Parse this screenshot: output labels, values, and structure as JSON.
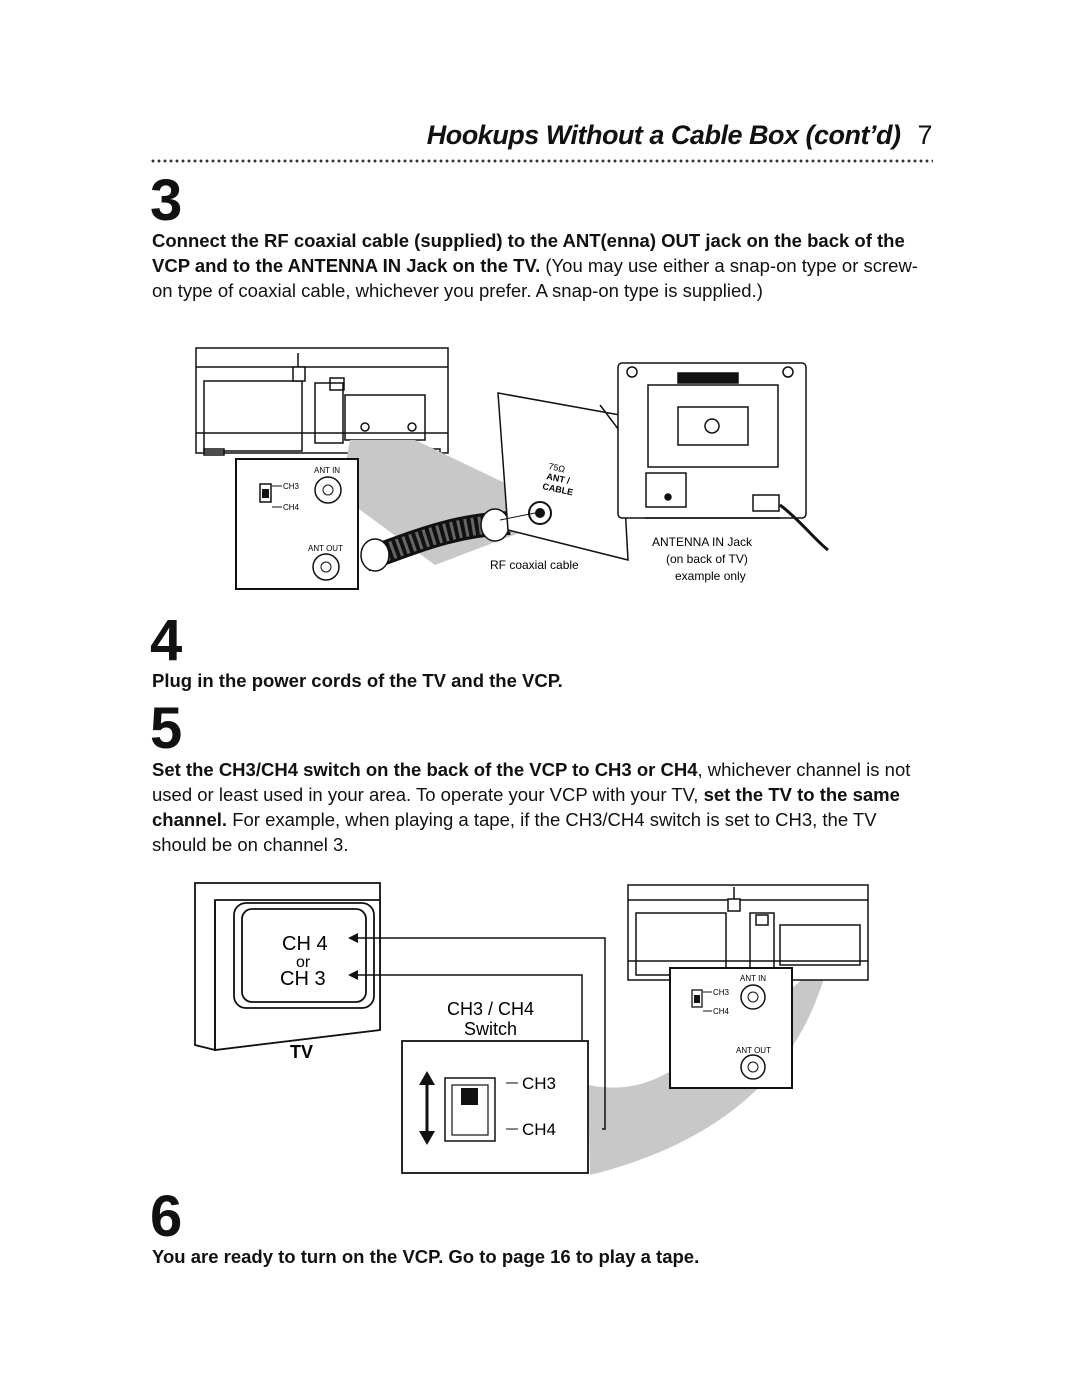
{
  "header": {
    "title": "Hookups Without a Cable Box (cont’d)",
    "page_number": "7"
  },
  "step3": {
    "number": "3",
    "bold_text": "Connect the RF coaxial cable (supplied) to the ANT(enna) OUT jack on the back of the VCP and to the ANTENNA IN Jack on the TV.",
    "plain_text": "(You may use either a snap-on type or screw-on type of coaxial cable, whichever you prefer.  A snap-on type is supplied.)",
    "diagram": {
      "ant_in": "ANT IN",
      "ch3": "CH3",
      "ch4": "CH4",
      "ant_out": "ANT OUT",
      "jack_label_1": "75Ω",
      "jack_label_2": "ANT /",
      "jack_label_3": "CABLE",
      "cable_label": "RF coaxial cable",
      "tv_jack_label_1": "ANTENNA IN Jack",
      "tv_jack_label_2": "(on back of TV)",
      "tv_jack_label_3": "example only"
    }
  },
  "step4": {
    "number": "4",
    "text": "Plug in the power cords of the TV and the VCP."
  },
  "step5": {
    "number": "5",
    "bold_text_1": "Set the CH3/CH4 switch on the back of the VCP to CH3 or CH4",
    "plain_text_1": ", whichever channel is not used or least used in your area. To operate your VCP with your TV,",
    "bold_text_2": "set the TV to the same channel.",
    "plain_text_2": "For example, when playing a tape, if the CH3/CH4 switch is set to CH3, the TV should be on channel 3.",
    "diagram": {
      "screen_ch4": "CH 4",
      "screen_or": "or",
      "screen_ch3": "CH 3",
      "tv_label": "TV",
      "switch_title_1": "CH3 / CH4",
      "switch_title_2": "Switch",
      "switch_ch3": "CH3",
      "switch_ch4": "CH4",
      "ant_in": "ANT IN",
      "ch3": "CH3",
      "ch4": "CH4",
      "ant_out": "ANT OUT"
    }
  },
  "step6": {
    "number": "6",
    "text": "You are ready to turn on the VCP. Go to page 16 to play a tape."
  }
}
